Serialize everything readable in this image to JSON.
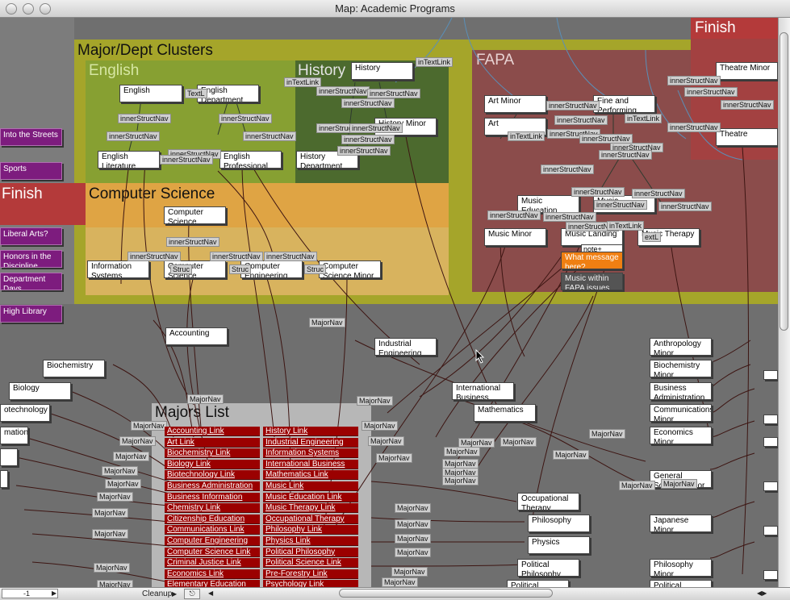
{
  "window": {
    "title": "Map: Academic Programs"
  },
  "bottom": {
    "zoom": "-1",
    "cleanup": "Cleanup"
  },
  "regions": {
    "major_dept": "Major/Dept Clusters",
    "english": "English",
    "history": "History",
    "fapa": "FAPA",
    "finish_right": "Finish",
    "finish_left": "Finish",
    "computer_science": "Computer Science",
    "majors_list": "Majors List"
  },
  "purple_buttons": [
    "Into the Streets",
    "Sports",
    "Liberal Arts?",
    "Honors in the Discipline",
    "Department Days",
    "High Library"
  ],
  "nodes": {
    "english_n": "English",
    "english_dept": "English Department",
    "english_lit": "English Literature",
    "english_prof": "English Professional",
    "history_n": "History",
    "history_minor": "History Minor",
    "history_dept": "History Department",
    "cs_top": "Computer Science",
    "info_systems": "Information Systems",
    "cs_bottom": "Computer Science",
    "comp_eng": "Computer Engineering",
    "cs_minor": "Computer Science Minor",
    "art_minor": "Art Minor",
    "art": "Art",
    "fine_perf": "Fine and Performing",
    "theatre_minor": "Theatre Minor",
    "theatre": "Theatre",
    "music_ed": "Music Education",
    "music": "Music",
    "music_minor": "Music Minor",
    "music_landing": "Music Landing",
    "music_therapy": "Music Therapy",
    "what_msg": "What message here?",
    "music_fapa": "Music within FAPA issues",
    "note": "note+",
    "accounting": "Accounting",
    "industrial_eng": "Industrial Engineering",
    "biochemistry": "Biochemistry",
    "biology": "Biology",
    "biotech": "otechnology",
    "information": "mation",
    "intl_business": "International Business",
    "mathematics": "Mathematics",
    "occ_therapy": "Occupational Therapy",
    "philosophy": "Philosophy",
    "physics": "Physics",
    "pol_philosophy": "Political Philosophy",
    "political": "Political",
    "anthro_minor": "Anthropology Minor",
    "biochem_minor": "Biochemistry Minor",
    "bus_admin": "Business Administration",
    "comm_minor": "Communications Minor",
    "econ_minor": "Economics Minor",
    "gen_sci_minor": "General Science Minor",
    "japanese_minor": "Japanese Minor",
    "phil_minor": "Philosophy Minor",
    "political_r": "Political"
  },
  "tags": {
    "inner": "innerStructNav",
    "textlink": "inTextLink",
    "majornav": "MajorNav",
    "textl": "TextL",
    "struc": "Struc",
    "extl": "extL"
  },
  "majors_left": [
    "Accounting Link",
    "Art Link",
    "Biochemistry Link",
    "Biology Link",
    "Biotechnology Link",
    "Business Administration",
    "Business Information",
    "Chemistry Link",
    "Citizenship Education",
    "Communications Link",
    "Computer Engineering",
    "Computer Science Link",
    "Criminal Justice Link",
    "Economics Link",
    "Elementary Education"
  ],
  "majors_right": [
    "History Link",
    "Industrial Engineering",
    "Information Systems",
    "International Business",
    "Mathematics Link",
    "Music Link",
    "Music Education Link",
    "Music Therapy Link",
    "Occupational Therapy",
    "Philosophy Link",
    "Physics Link",
    "Political Philosophy",
    "Political Science Link",
    "Pre-Forestry Link",
    "Psychology Link"
  ]
}
